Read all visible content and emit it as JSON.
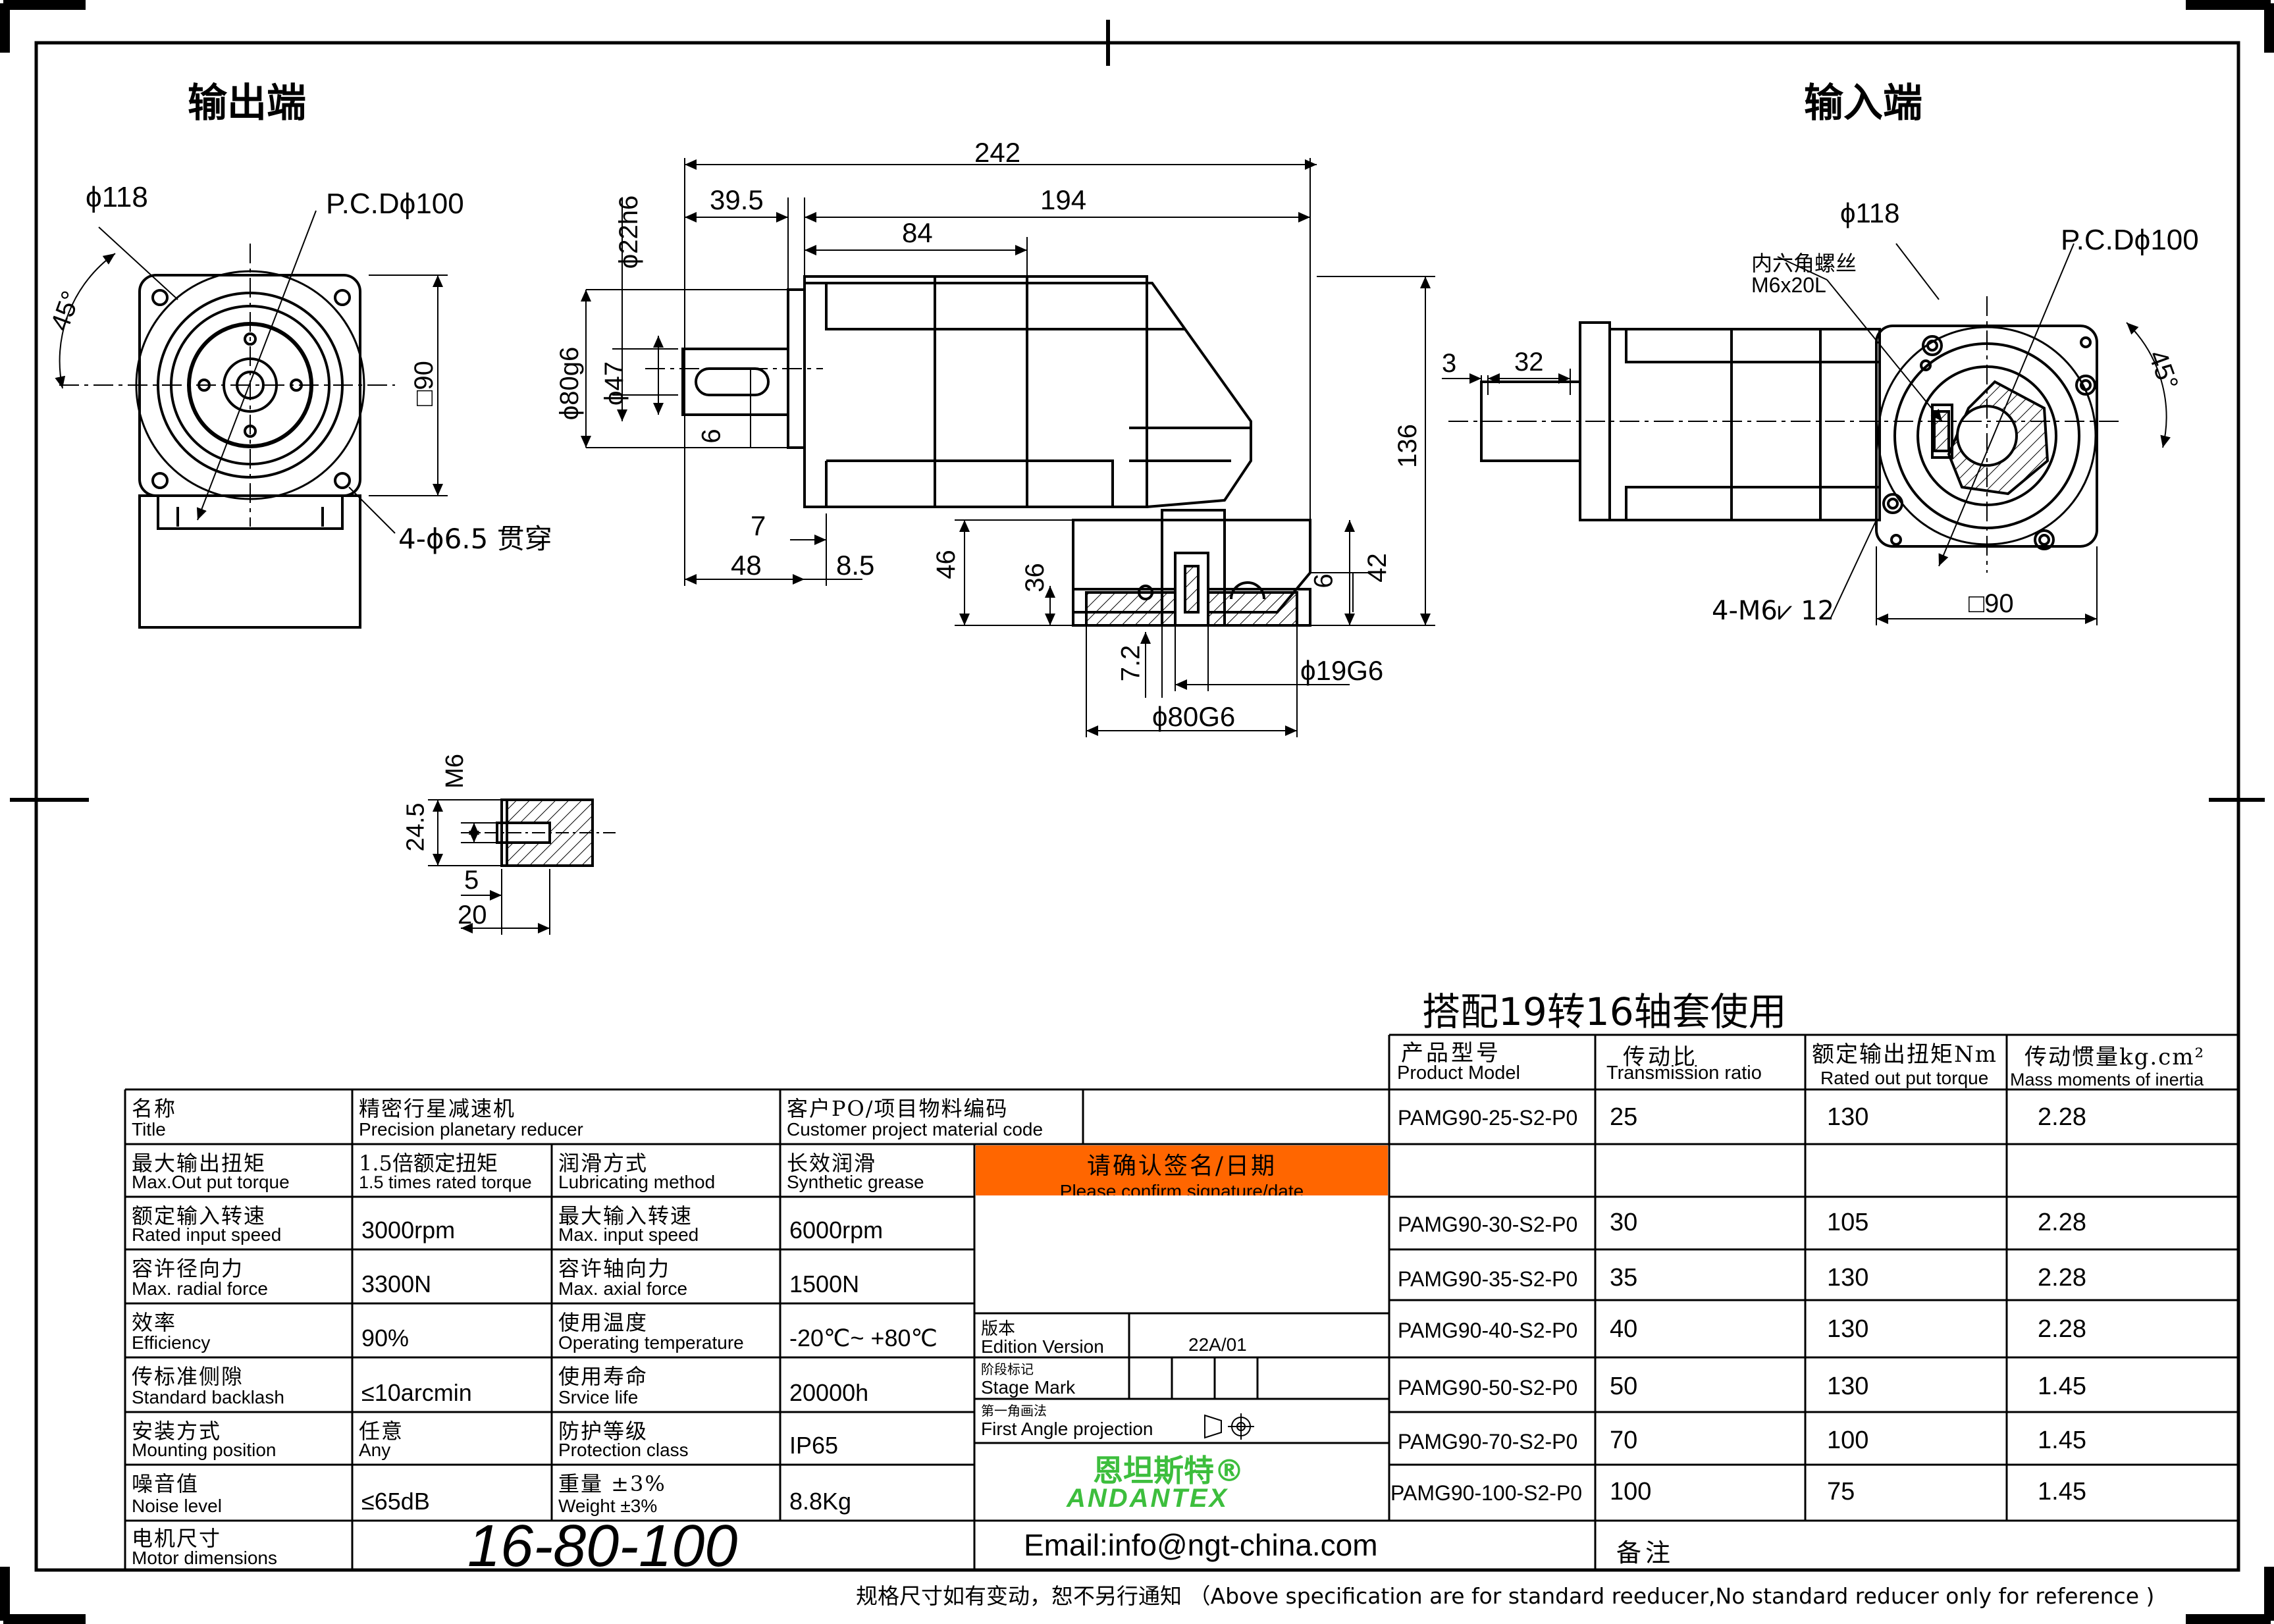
{
  "views": {
    "output_end_label": "输出端",
    "input_end_label": "输入端"
  },
  "dimensions": {
    "left_view": {
      "dia_118": "ϕ118",
      "pcd": "P.C.Dϕ100",
      "angle": "45°",
      "square": "□90",
      "holes": "4-ϕ6.5 贯穿"
    },
    "side_view": {
      "d242": "242",
      "d39_5": "39.5",
      "d194": "194",
      "d84": "84",
      "d22h6": "ϕ22h6",
      "d80g6": "ϕ80g6",
      "d47": "ϕ47",
      "d6": "6",
      "d7": "7",
      "d48": "48",
      "d8_5": "8.5",
      "d46": "46",
      "d36": "36",
      "d136": "136",
      "d42": "42",
      "d6b": "6",
      "d7_2": "7.2",
      "d19G6": "ϕ19G6",
      "d80G6": "ϕ80G6"
    },
    "right_view": {
      "screw_note_zh": "内六角螺丝",
      "screw_note": "M6x20L",
      "dia_118": "ϕ118",
      "pcd": "P.C.Dϕ100",
      "angle": "45°",
      "d3": "3",
      "d32": "32",
      "tap": "4-M6⩗ 12",
      "square": "□90"
    },
    "detail": {
      "m6": "M6",
      "d24_5": "24.5",
      "d5": "5",
      "d20": "20"
    }
  },
  "note_title": "搭配19转16轴套使用",
  "ratio_table": {
    "headers": [
      {
        "zh": "产品型号",
        "en": "Product Model"
      },
      {
        "zh": "传动比",
        "en": "Transmission ratio"
      },
      {
        "zh": "额定输出扭矩Nm",
        "en": "Rated out put torque"
      },
      {
        "zh": "传动惯量kg.cm²",
        "en": "Mass moments of inertia"
      }
    ],
    "rows": [
      [
        "PAMG90-25-S2-P0",
        "25",
        "130",
        "2.28"
      ],
      [
        "",
        "",
        "",
        ""
      ],
      [
        "PAMG90-30-S2-P0",
        "30",
        "105",
        "2.28"
      ],
      [
        "PAMG90-35-S2-P0",
        "35",
        "130",
        "2.28"
      ],
      [
        "PAMG90-40-S2-P0",
        "40",
        "130",
        "2.28"
      ],
      [
        "PAMG90-50-S2-P0",
        "50",
        "130",
        "1.45"
      ],
      [
        "PAMG90-70-S2-P0",
        "70",
        "100",
        "1.45"
      ],
      [
        "PAMG90-100-S2-P0",
        "100",
        "75",
        "1.45"
      ]
    ],
    "remark_zh": "备注"
  },
  "spec_table": {
    "title_zh": "名称",
    "title_en": "Title",
    "title_val_zh": "精密行星减速机",
    "title_val_en": "Precision planetary reducer",
    "cust_zh": "客户PO/项目物料编码",
    "cust_en": "Customer project material code",
    "maxout_zh": "最大输出扭矩",
    "maxout_en": "Max.Out put torque",
    "maxout_val_zh": "1.5倍额定扭矩",
    "maxout_val_en": "1.5 times rated torque",
    "lub_zh": "润滑方式",
    "lub_en": "Lubricating method",
    "lub_val_zh": "长效润滑",
    "lub_val_en": "Synthetic grease",
    "rated_in_zh": "额定输入转速",
    "rated_in_en": "Rated input speed",
    "rated_in_val": "3000rpm",
    "max_in_zh": "最大输入转速",
    "max_in_en": "Max. input speed",
    "max_in_val": "6000rpm",
    "radial_zh": "容许径向力",
    "radial_en": "Max. radial force",
    "radial_val": "3300N",
    "axial_zh": "容许轴向力",
    "axial_en": "Max. axial force",
    "axial_val": "1500N",
    "eff_zh": "效率",
    "eff_en": "Efficiency",
    "eff_val": "90%",
    "temp_zh": "使用温度",
    "temp_en": "Operating temperature",
    "temp_val": "-20℃~ +80℃",
    "backlash_zh": "传标准侧隙",
    "backlash_en": "Standard backlash",
    "backlash_val": "≤10arcmin",
    "life_zh": "使用寿命",
    "life_en": "Srvice life",
    "life_val": "20000h",
    "mount_zh": "安装方式",
    "mount_en": "Mounting position",
    "mount_val_zh": "任意",
    "mount_val_en": "Any",
    "prot_zh": "防护等级",
    "prot_en": "Protection class",
    "prot_val": "IP65",
    "noise_zh": "噪音值",
    "noise_en": "Noise level",
    "noise_val": "≤65dB",
    "weight_zh": "重量 ±3%",
    "weight_en": "Weight ±3%",
    "weight_val": "8.8Kg",
    "motor_zh": "电机尺寸",
    "motor_en": "Motor dimensions",
    "motor_val": "16-80-100",
    "confirm_zh": "请确认签名/日期",
    "confirm_en": "Please confirm signature/date",
    "edition_zh": "版本",
    "edition_en": "Edition Version",
    "edition_val": "22A/01",
    "stage_zh": "阶段标记",
    "stage_en": "Stage Mark",
    "angle_zh": "第一角画法",
    "angle_en": "First Angle projection",
    "brand_zh": "恩坦斯特®",
    "brand_en": "ANDANTEX",
    "email": "Email:info@ngt-china.com"
  },
  "footer_note": "规格尺寸如有变动，恕不另行通知 （Above specification are for standard reeducer,No standard reducer only for reference )",
  "colors": {
    "confirm_bg": "#FF6600",
    "brand_green": "#3DBE3D"
  }
}
